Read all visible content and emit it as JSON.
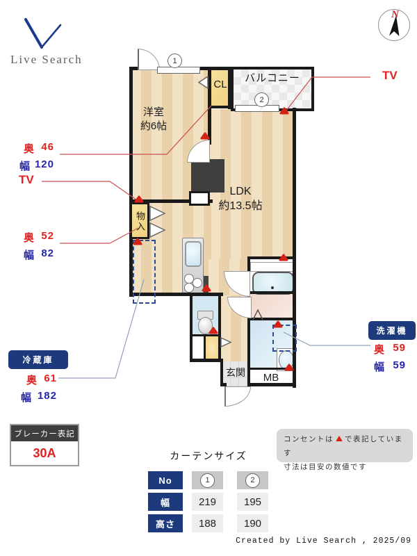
{
  "meta": {
    "brand": "Live Search",
    "compass_label": "N",
    "credit": "Created by Live Search , 2025/09"
  },
  "rooms": {
    "yoshitsu": {
      "name": "洋室",
      "size": "約6帖"
    },
    "ldk": {
      "name": "LDK",
      "size": "約13.5帖"
    },
    "cl": {
      "name": "CL"
    },
    "balcony": {
      "name": "バルコニー"
    },
    "monoire": {
      "name": "物入"
    },
    "genkan": {
      "name": "玄関"
    },
    "mb": {
      "name": "MB"
    }
  },
  "window_marks": {
    "w1": "1",
    "w2": "2"
  },
  "annotations": {
    "cl_dims": {
      "depth_label": "奥",
      "depth": "46",
      "width_label": "幅",
      "width": "120"
    },
    "monoire_dims": {
      "depth_label": "奥",
      "depth": "52",
      "width_label": "幅",
      "width": "82"
    },
    "tv_left": "TV",
    "tv_right": "TV",
    "fridge": {
      "title": "冷蔵庫",
      "depth_label": "奥",
      "depth": "61",
      "width_label": "幅",
      "width": "182"
    },
    "washer": {
      "title": "洗濯機",
      "depth_label": "奥",
      "depth": "59",
      "width_label": "幅",
      "width": "59"
    }
  },
  "breaker": {
    "title": "ブレーカー表記",
    "value": "30A"
  },
  "curtain_table": {
    "title": "カーテンサイズ",
    "rows": [
      {
        "header": "No",
        "c1": "1",
        "c2": "2"
      },
      {
        "header": "幅",
        "c1": "219",
        "c2": "195"
      },
      {
        "header": "高さ",
        "c1": "188",
        "c2": "190"
      }
    ]
  },
  "notes": {
    "line1_pre": "コンセントは",
    "line1_post": "で表記しています",
    "line2": "寸法は目安の数値です"
  }
}
